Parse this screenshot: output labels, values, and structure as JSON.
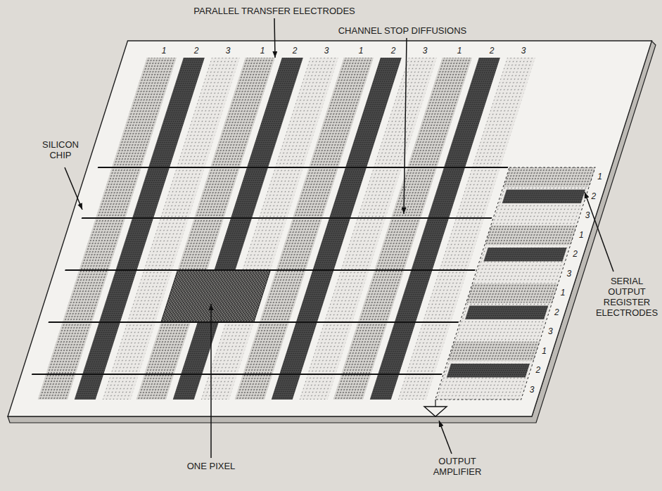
{
  "diagram": {
    "labels": [
      "PARALLEL TRANSFER ELECTRODES",
      "CHANNEL STOP DIFFUSIONS",
      "SILICON CHIP",
      "SERIAL OUTPUT REGISTER ELECTRODES",
      "ONE PIXEL",
      "OUTPUT AMPLIFIER",
      "1",
      "2",
      "3",
      "1",
      "2",
      "3",
      "1",
      "2",
      "3",
      "1",
      "2",
      "3",
      "1",
      "2",
      "3",
      "1",
      "2",
      "3",
      "1",
      "2",
      "3",
      "1",
      "2",
      "3"
    ]
  }
}
